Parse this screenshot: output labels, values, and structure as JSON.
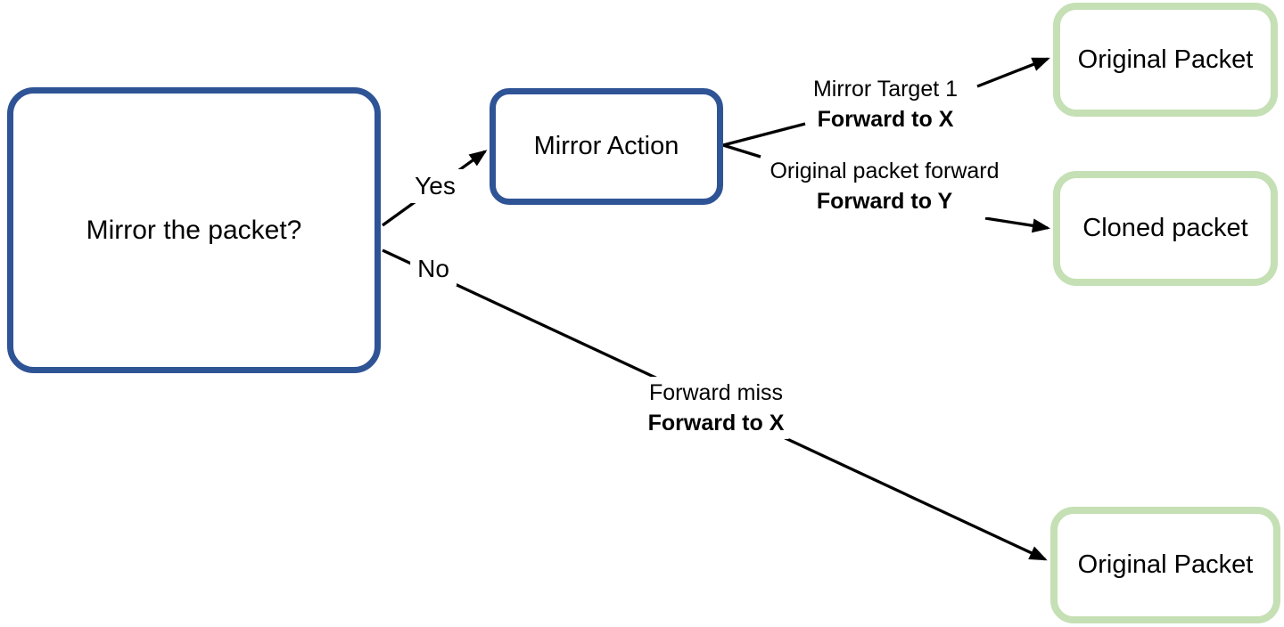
{
  "colors": {
    "node_border_blue": "#2F5496",
    "node_border_green": "#C5E0B4",
    "connector_black": "#000000",
    "canvas_background": "#FFFFFF",
    "text_black": "#000000"
  },
  "nodes": {
    "decision": {
      "label": "Mirror the packet?"
    },
    "mirror_action": {
      "label": "Mirror Action"
    },
    "original_packet_top": {
      "label": "Original Packet"
    },
    "cloned_packet": {
      "label": "Cloned packet"
    },
    "original_packet_bottom": {
      "label": "Original Packet"
    }
  },
  "edge_labels": {
    "yes": "Yes",
    "no": "No",
    "mirror_target": {
      "line1": "Mirror Target 1",
      "line2": "Forward to X"
    },
    "original_forward": {
      "line1": "Original packet forward",
      "line2": "Forward to Y"
    },
    "forward_miss": {
      "line1": "Forward miss",
      "line2": "Forward to X"
    }
  }
}
